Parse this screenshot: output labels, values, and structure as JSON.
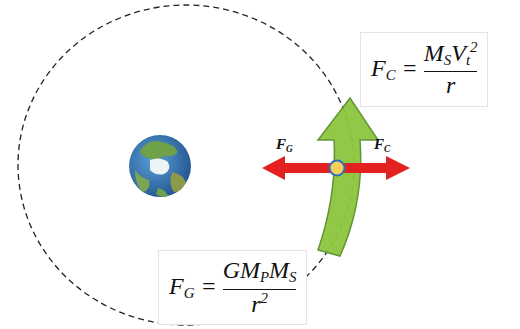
{
  "diagram": {
    "nodes": [
      {
        "text": [
          "FC =",
          "MSVt2",
          "r"
        ]
      },
      {
        "text": [
          "FG =",
          "GMPMS",
          "r2"
        ]
      }
    ],
    "labels": [
      "FG",
      "FC"
    ]
  }
}
